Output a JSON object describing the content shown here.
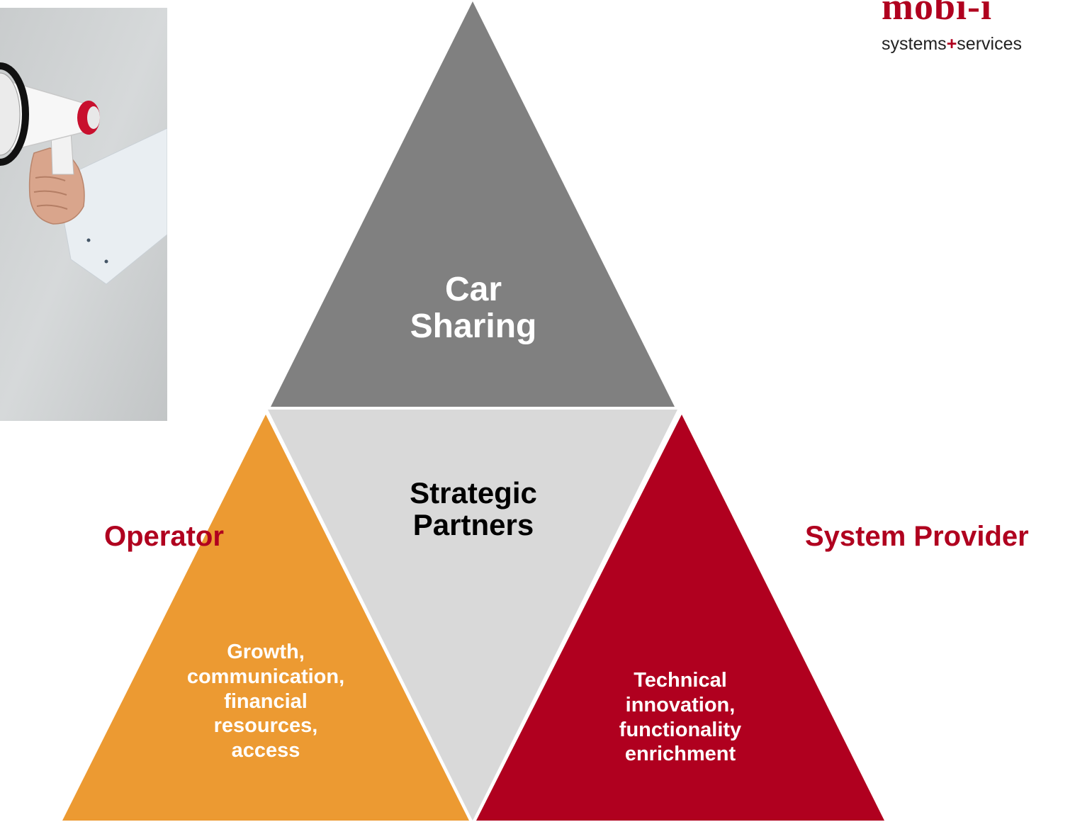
{
  "photo": {
    "subject": "hand-holding-megaphone"
  },
  "diagram": {
    "top": {
      "text": [
        "Car",
        "Sharing"
      ],
      "color": "#808080"
    },
    "center": {
      "text": [
        "Strategic",
        "Partners"
      ],
      "color": "#d9d9d9"
    },
    "left": {
      "text": [
        "Growth,",
        "communication,",
        "financial",
        "resources,",
        "access"
      ],
      "color": "#ec9a32"
    },
    "right": {
      "text": [
        "Technical",
        "innovation,",
        "functionality",
        "enrichment"
      ],
      "color": "#b0001f"
    }
  },
  "side_labels": {
    "left": "Operator",
    "right": "System Provider"
  },
  "logo": {
    "word": "mobi-i",
    "sub_a": "systems",
    "sub_plus": "+",
    "sub_b": "services",
    "color": "#b0001f"
  }
}
